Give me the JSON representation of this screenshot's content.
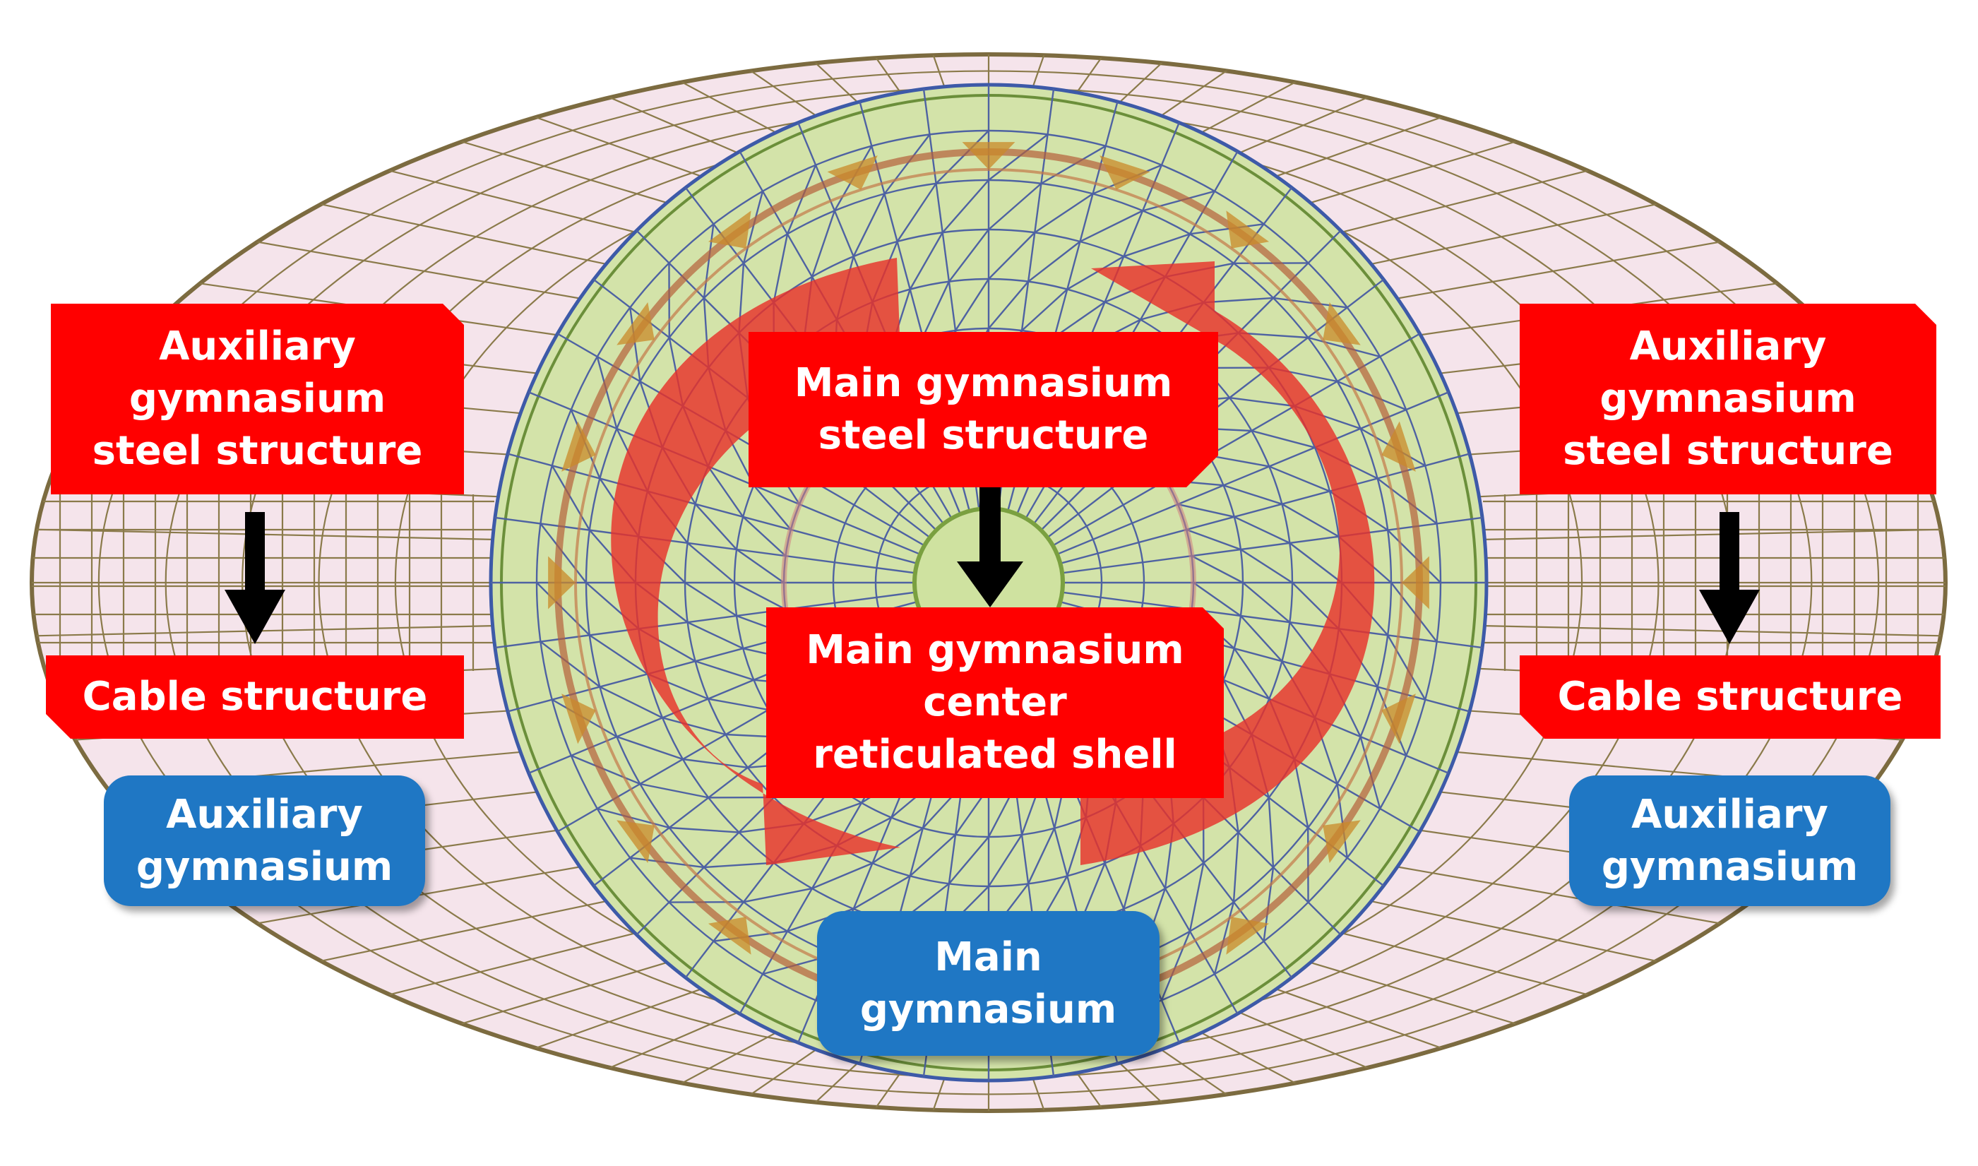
{
  "labels": {
    "aux_left_steel": [
      "Auxiliary",
      "gymnasium",
      "steel structure"
    ],
    "aux_right_steel": [
      "Auxiliary",
      "gymnasium",
      "steel structure"
    ],
    "main_steel": [
      "Main gymnasium",
      "steel structure"
    ],
    "main_center": [
      "Main gymnasium",
      "center",
      "reticulated shell"
    ],
    "cable_left": "Cable structure",
    "cable_right": "Cable structure",
    "aux_left_name": [
      "Auxiliary",
      "gymnasium"
    ],
    "aux_right_name": [
      "Auxiliary",
      "gymnasium"
    ],
    "main_name": [
      "Main",
      "gymnasium"
    ]
  },
  "colors": {
    "label_red": "#ff0000",
    "label_blue": "#1f77c4",
    "arrow_black": "#000000",
    "rotation_arrow": "#e8322a",
    "outer_roof": "#f4e3ea",
    "main_dome": "#cfe0a6",
    "grid_outer": "#8a7a4a",
    "grid_inner": "#4a5fa0"
  }
}
